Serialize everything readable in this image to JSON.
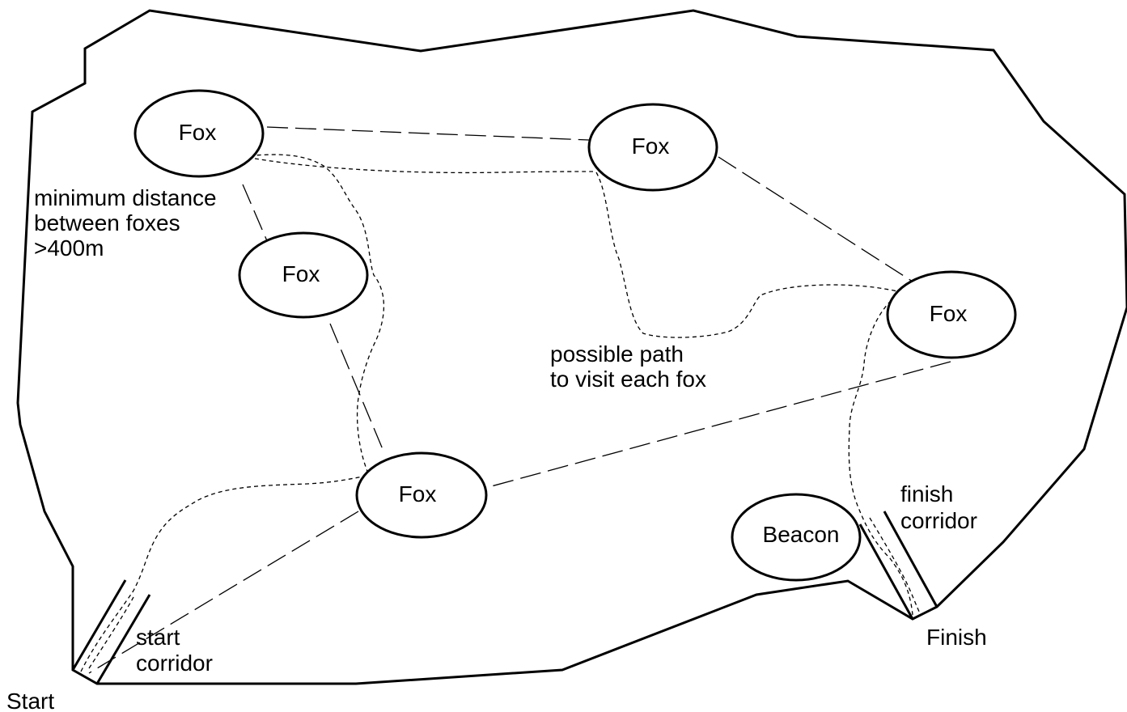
{
  "nodes": {
    "fox_1": "Fox",
    "fox_2": "Fox",
    "fox_3": "Fox",
    "fox_4": "Fox",
    "fox_5": "Fox",
    "beacon": "Beacon"
  },
  "labels": {
    "distance_line1": "minimum distance",
    "distance_line2": "between foxes",
    "distance_line3": ">400m",
    "path_line1": "possible path",
    "path_line2": "to visit each fox",
    "start_corridor_line1": "start",
    "start_corridor_line2": "corridor",
    "finish_corridor_line1": "finish",
    "finish_corridor_line2": "corridor",
    "start": "Start",
    "finish": "Finish"
  }
}
